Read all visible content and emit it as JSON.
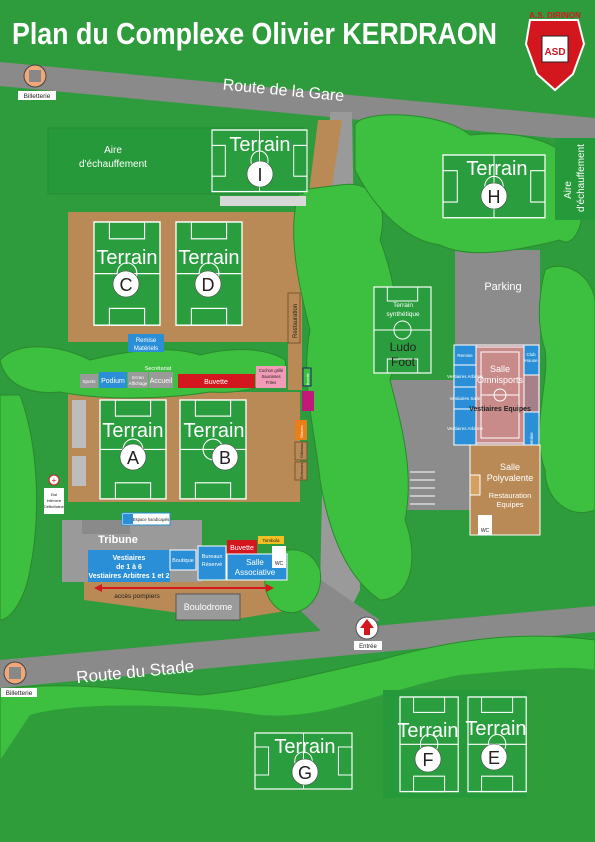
{
  "title": "Plan du Complexe Olivier KERDRAON",
  "club": {
    "name": "A.S. DIRINON",
    "monogram": "ASD"
  },
  "roads": {
    "gare": "Route de la Gare",
    "stade": "Route du Stade"
  },
  "billetterie": [
    "Billetterie",
    "Billetterie"
  ],
  "warmup": {
    "top": [
      "Aire",
      "d'échauffement"
    ],
    "right": [
      "Aire",
      "d'échauffement"
    ]
  },
  "fields": {
    "word": "Terrain",
    "letters": {
      "I": "I",
      "H": "H",
      "C": "C",
      "D": "D",
      "A": "A",
      "B": "B",
      "G": "G",
      "F": "F",
      "E": "E"
    }
  },
  "synth": {
    "l1": "Terrain",
    "l2": "synthétique",
    "ludo1": "Ludo",
    "ludo2": "Foot"
  },
  "parking": "Parking",
  "restauration_strip": "Restauration",
  "remise_materiels": [
    "Remise",
    "Matériels"
  ],
  "secretariat": "Secrétariat",
  "ecran_affichage": [
    "Ecran",
    "Affichage"
  ],
  "sports_label": "Sports",
  "podium": "Podium",
  "accueil": "Accueil",
  "buvette1": "Buvette",
  "cochon": [
    "Cochon grillé",
    "Saucisses",
    "Frites"
  ],
  "buvette2": "Buvette",
  "small_stands": [
    "Glaces",
    "Gâteaux",
    "Boissons"
  ],
  "omni": {
    "salle": [
      "Salle",
      "Omnisports"
    ],
    "vestiaires": "Vestiaires Equipes",
    "rooms_left": [
      "Remise",
      "Vestiaires Arbitres",
      "Vestiaires Salle",
      "Vestiaires Arbitres"
    ],
    "club_house": [
      "Club",
      "House"
    ],
    "remise_right": "Remise",
    "wc": "WC"
  },
  "polyvalente": {
    "salle": [
      "Salle",
      "Polyvalente"
    ],
    "rest": [
      "Restauration",
      "Equipes"
    ],
    "wc": "WC"
  },
  "tribune": "Tribune",
  "espace_handicapes": "Espace handicapés",
  "vestiaires_main": [
    "Vestiaires",
    "de 1 à 6",
    "Vestiaires Arbitres 1 et 2"
  ],
  "boutique": "Boutique",
  "bureaux": [
    "Bureaux",
    "Réservé"
  ],
  "buvette3": "Buvette",
  "tombola": "Tombola",
  "salle_asso": [
    "Salle",
    "Associative"
  ],
  "wc": "WC",
  "pompiers": "accès pompiers",
  "boulodrome": "Boulodrome",
  "entree": "Entrée",
  "first_aid": [
    "Etat",
    "Infirmerie",
    "Défibrillateur"
  ],
  "colors": {
    "grass": "#2e9b3c",
    "field": "#239a3a",
    "road": "#8a8a8a",
    "dirt": "#b98a55",
    "tree": "#3bbf3e",
    "blue": "#2a8fd6",
    "red": "#d4161f"
  }
}
